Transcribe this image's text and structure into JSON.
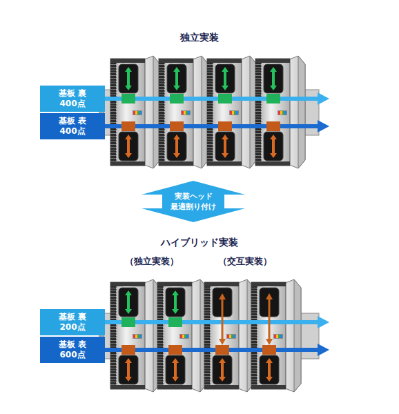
{
  "diagram": {
    "nodes": [
      {
        "text": [
          "基板 裏 400点"
        ]
      },
      {
        "text": [
          "基板 表 400点"
        ]
      },
      {
        "text": [
          "実装ヘッド 最適割り付け"
        ]
      },
      {
        "text": [
          "基板 裏 200点"
        ]
      },
      {
        "text": [
          "基板 表 600点"
        ]
      }
    ],
    "labels": [
      "独立実装",
      "ハイブリッド実装",
      "（独立実装）",
      "（交互実装）"
    ]
  }
}
